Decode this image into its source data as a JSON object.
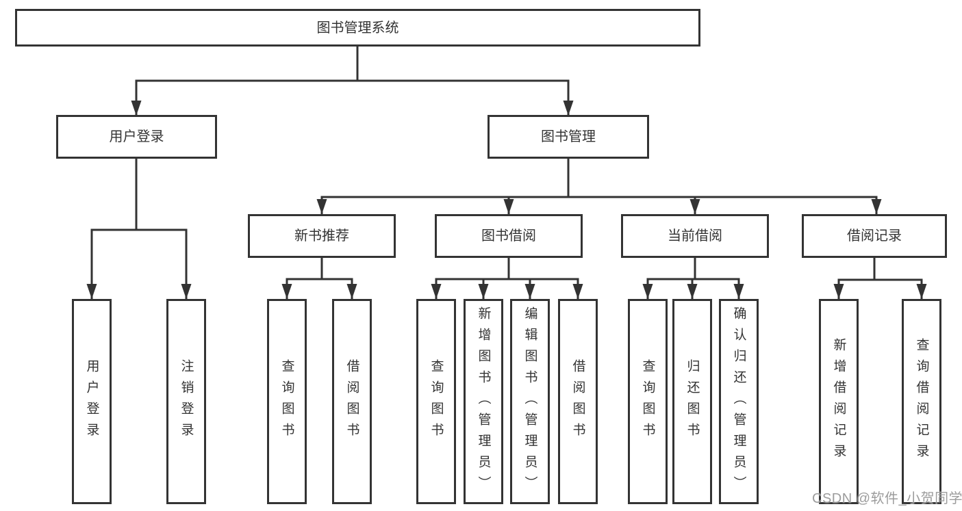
{
  "diagram_title": "图书管理系统",
  "level2": {
    "user_login": "用户登录",
    "book_mgmt": "图书管理"
  },
  "level3": {
    "new_book_rec": "新书推荐",
    "book_borrow": "图书借阅",
    "current_borrow": "当前借阅",
    "borrow_record": "借阅记录"
  },
  "leaves": {
    "user_login": "用户登录",
    "logout": "注销登录",
    "nbr_query_book": "查询图书",
    "nbr_borrow_book": "借阅图书",
    "bb_query_book": "查询图书",
    "bb_add_book": "新增图书（管理员）",
    "bb_edit_book": "编辑图书（管理员）",
    "bb_borrow_book": "借阅图书",
    "cb_query_book": "查询图书",
    "cb_return_book": "归还图书",
    "cb_confirm_return": "确认归还（管理员）",
    "br_add_record": "新增借阅记录",
    "br_query_record": "查询借阅记录"
  },
  "watermark": "CSDN @软件_小贺同学",
  "colors": {
    "line": "#333333",
    "text": "#333333",
    "background": "#ffffff",
    "watermark": "#949494"
  }
}
